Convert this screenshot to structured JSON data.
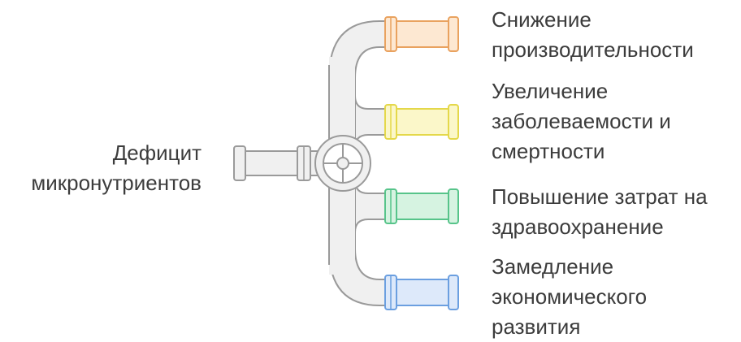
{
  "source": {
    "lines": [
      "Дефицит",
      "микронутриентов"
    ]
  },
  "outputs": [
    {
      "lines": [
        "Снижение",
        "производительности"
      ],
      "color": "#e9a25f",
      "fill": "#fde8d2"
    },
    {
      "lines": [
        "Увеличение",
        "заболеваемости и",
        "смертности"
      ],
      "color": "#e4d84a",
      "fill": "#fbf7c9"
    },
    {
      "lines": [
        "Повышение затрат на",
        "здравоохранение"
      ],
      "color": "#57c48a",
      "fill": "#d6f3e1"
    },
    {
      "lines": [
        "Замедление",
        "экономического",
        "развития"
      ],
      "color": "#6b9fe0",
      "fill": "#dde9fa"
    }
  ],
  "pipe_color": "#f0f0f0",
  "pipe_stroke": "#9a9a9a"
}
